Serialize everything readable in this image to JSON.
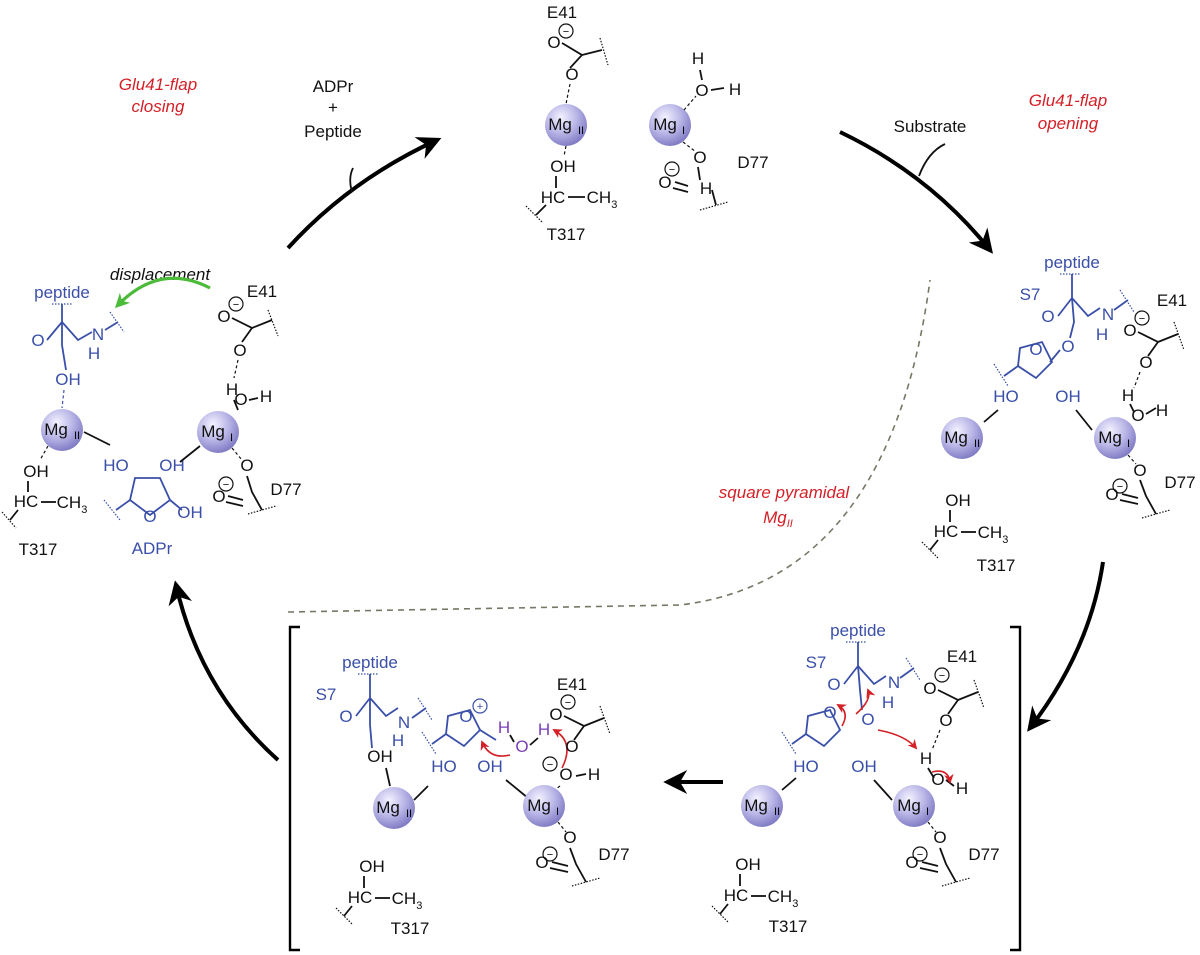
{
  "mg": {
    "one": "Mg",
    "one_sub": "I",
    "two": "Mg",
    "two_sub": "II"
  },
  "residues": {
    "e41": "E41",
    "d77": "D77",
    "t317": "T317",
    "s7": "S7"
  },
  "atoms": {
    "o": "O",
    "h": "H",
    "oh": "OH",
    "ho": "HO",
    "hc": "HC",
    "ch3": "CH",
    "three": "3",
    "nh_n": "N",
    "nh_h": "H"
  },
  "molecules": {
    "peptide": "peptide",
    "adpr": "ADPr"
  },
  "steps": {
    "flap_closing_1": "Glu41-flap",
    "flap_closing_2": "closing",
    "flap_opening_1": "Glu41-flap",
    "flap_opening_2": "opening",
    "products_1": "ADPr",
    "products_2": "+",
    "products_3": "Peptide",
    "substrate": "Substrate",
    "displacement": "displacement",
    "sqpyr_1": "square pyramidal",
    "sqpyr_2": "Mg",
    "sqpyr_sub": "II"
  },
  "charges": {
    "neg": "−",
    "pos": "+"
  },
  "colors": {
    "mg_sphere": "#b8b4e6",
    "peptide_blue": "#3a4fa8",
    "annotation_red": "#d42027",
    "water_purple": "#7a3fb8",
    "displacement_green": "#4dbb3a"
  }
}
